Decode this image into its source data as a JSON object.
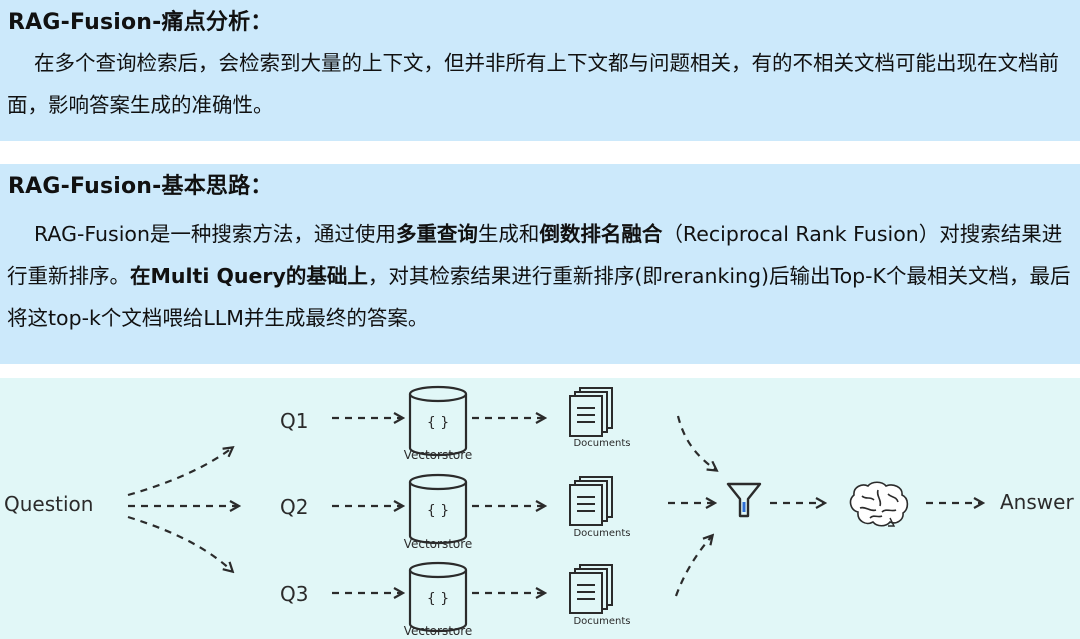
{
  "section1": {
    "title": "RAG-Fusion-痛点分析：",
    "text": "在多个查询检索后，会检索到大量的上下文，但并非所有上下文都与问题相关，有的不相关文档可能出现在文档前面，影响答案生成的准确性。"
  },
  "section2": {
    "title": "RAG-Fusion-基本思路：",
    "text_parts": [
      "RAG-Fusion是一种搜索方法，通过使用",
      "多重查询",
      "生成和",
      "倒数排名融合",
      "（Reciprocal Rank Fusion）对搜索结果进行重新排序。",
      "在Multi Query的基础上",
      "，对其检索结果进行重新排序(即reranking)后输出Top-K个最相关文档，最后将这top-k个文档喂给LLM并生成最终的答案。"
    ]
  },
  "diagram": {
    "question": "Question",
    "queries": [
      "Q1",
      "Q2",
      "Q3"
    ],
    "vectorstore_label": "Vectorstore",
    "vectorstore_glyph": "{ }",
    "documents_label": "Documents",
    "answer": "Answer",
    "icons": [
      "database-icon",
      "documents-icon",
      "filter-icon",
      "brain-icon"
    ]
  }
}
